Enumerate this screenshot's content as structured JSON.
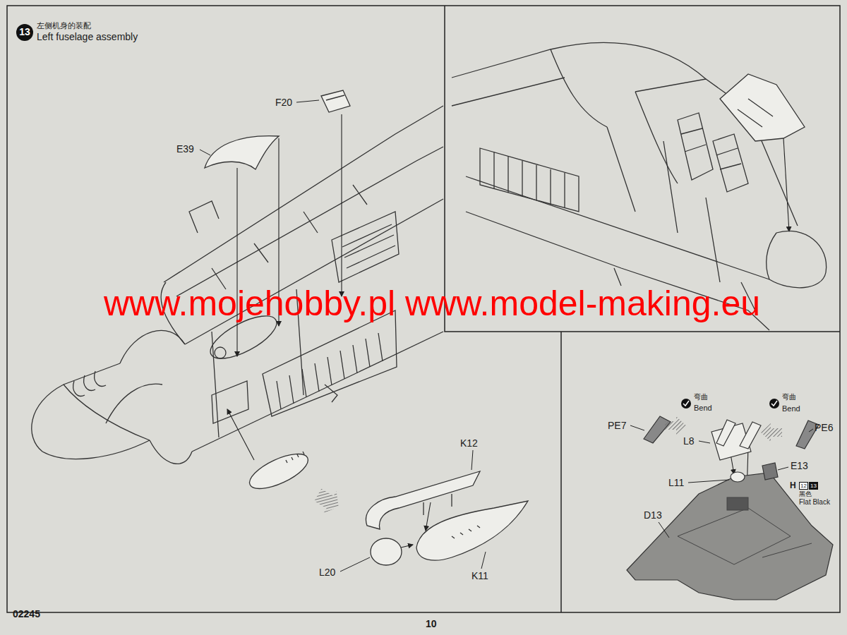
{
  "diagram": {
    "title": "左侧机身的装配",
    "labels": [
      "13",
      "Left fuselage assembly",
      "F20",
      "E39",
      "www.mojehobby.pl www.model-making.eu",
      "K12",
      "L20",
      "K11",
      "02245",
      "10",
      "L8",
      "弯曲",
      "Bend",
      "弯曲",
      "Bend",
      "PE7",
      "PE6",
      "L11",
      "E13",
      "H",
      "12",
      "13",
      "黑色",
      "Flat Black",
      "D13"
    ]
  }
}
